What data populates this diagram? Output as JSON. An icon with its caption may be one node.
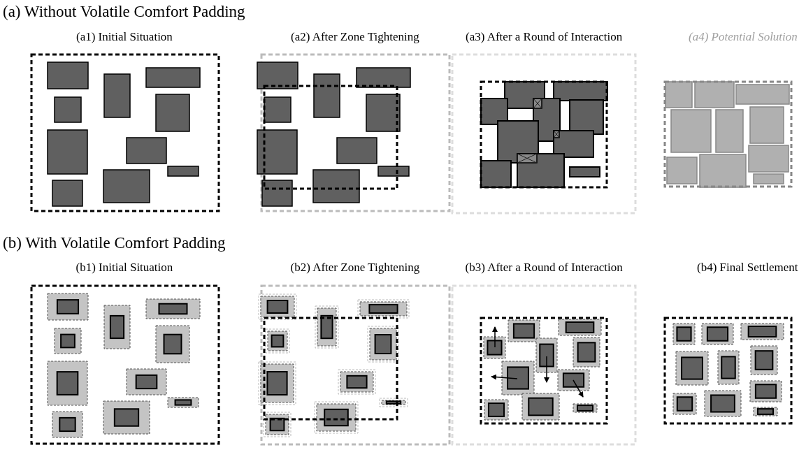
{
  "diagram": {
    "labels": [
      "(a) Without Volatile Comfort Padding",
      "(a1) Initial Situation",
      "(a2) After Zone Tightening",
      "(a3) After a Round of Interaction",
      "(a4) Potential Solution",
      "(b) With Volatile Comfort Padding",
      "(b1) Initial Situation",
      "(b2) After Zone Tightening",
      "(b3) After a Round of Interaction",
      "(b4) Final Settlement"
    ]
  }
}
